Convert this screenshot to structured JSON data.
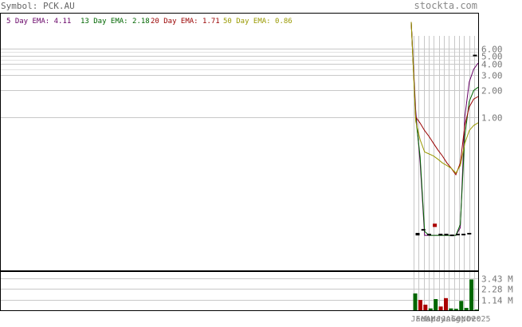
{
  "header": {
    "symbol_label": "Symbol: PCK.AU",
    "watermark": "stockta.com"
  },
  "legend": [
    {
      "label": "5 Day EMA:",
      "value": "4.11",
      "color": "#660066"
    },
    {
      "label": "13 Day EMA:",
      "value": "2.18",
      "color": "#006600"
    },
    {
      "label": "20 Day EMA:",
      "value": "1.71",
      "color": "#990000"
    },
    {
      "label": "50 Day EMA:",
      "value": "0.86",
      "color": "#999900"
    }
  ],
  "chart_data": {
    "type": "line",
    "symbol": "PCK.AU",
    "price_scale": "log",
    "price_ticks": [
      6.0,
      5.0,
      4.0,
      3.0,
      2.0,
      1.0
    ],
    "price_tick_labels": [
      "6.00",
      "5.00",
      "4.00",
      "3.00",
      "2.00",
      "1.00"
    ],
    "ylim": [
      0.018,
      15
    ],
    "grid": true,
    "legend_placement": "top-left",
    "x_tick_labels": [
      "Jan",
      "Feb",
      "Mar",
      "Apr",
      "May",
      "Jun",
      "Jul",
      "Aug",
      "Sep",
      "Oct",
      "Nov",
      "Dec",
      "2025"
    ],
    "series": [
      {
        "name": "5 Day EMA",
        "color": "#660066",
        "values": [
          12.0,
          1.2,
          0.3,
          0.045,
          0.045,
          0.045,
          0.045,
          0.045,
          0.045,
          0.045,
          0.045,
          0.055,
          1.0,
          2.5,
          3.5,
          4.11
        ]
      },
      {
        "name": "13 Day EMA",
        "color": "#006600",
        "values": [
          12.0,
          1.0,
          0.35,
          0.05,
          0.045,
          0.045,
          0.045,
          0.045,
          0.045,
          0.045,
          0.045,
          0.06,
          0.6,
          1.5,
          2.0,
          2.18
        ]
      },
      {
        "name": "20 Day EMA",
        "color": "#990000",
        "values": [
          12.0,
          1.0,
          0.85,
          0.7,
          0.6,
          0.5,
          0.42,
          0.36,
          0.3,
          0.26,
          0.22,
          0.3,
          0.8,
          1.3,
          1.6,
          1.71
        ]
      },
      {
        "name": "50 Day EMA",
        "color": "#999900",
        "values": [
          12.0,
          0.9,
          0.55,
          0.4,
          0.38,
          0.36,
          0.33,
          0.3,
          0.28,
          0.26,
          0.23,
          0.28,
          0.5,
          0.7,
          0.8,
          0.86
        ]
      }
    ],
    "candles": [
      {
        "o": 0.047,
        "c": 0.044,
        "color": "#000000"
      },
      {
        "o": 0.052,
        "c": 0.052,
        "color": "#000000"
      },
      {
        "o": 0.046,
        "c": 0.046,
        "color": "#000000"
      },
      {
        "o": 0.06,
        "c": 0.055,
        "color": "#aa0000"
      },
      {
        "o": 0.046,
        "c": 0.045,
        "color": "#000000"
      },
      {
        "o": 0.045,
        "c": 0.046,
        "color": "#000000"
      },
      {
        "o": 0.045,
        "c": 0.045,
        "color": "#000000"
      },
      {
        "o": 0.045,
        "c": 0.046,
        "color": "#000000"
      },
      {
        "o": 0.046,
        "c": 0.045,
        "color": "#000000"
      },
      {
        "o": 0.047,
        "c": 0.046,
        "color": "#000000"
      },
      {
        "o": 5.0,
        "c": 5.0,
        "color": "#000000"
      }
    ],
    "volume": {
      "ticks": [
        3430000,
        2280000,
        1140000
      ],
      "tick_labels": [
        "3.43 M",
        "2.28 M",
        "1.14 M"
      ],
      "ylim": [
        0,
        4100000
      ],
      "bars": [
        {
          "value": 1800000,
          "color": "#006600"
        },
        {
          "value": 1100000,
          "color": "#aa0000"
        },
        {
          "value": 600000,
          "color": "#aa0000"
        },
        {
          "value": 200000,
          "color": "#006600"
        },
        {
          "value": 1200000,
          "color": "#006600"
        },
        {
          "value": 400000,
          "color": "#aa0000"
        },
        {
          "value": 1300000,
          "color": "#aa0000"
        },
        {
          "value": 200000,
          "color": "#006600"
        },
        {
          "value": 150000,
          "color": "#006600"
        },
        {
          "value": 1000000,
          "color": "#006600"
        },
        {
          "value": 250000,
          "color": "#006600"
        },
        {
          "value": 3300000,
          "color": "#006600"
        },
        {
          "value": 80000,
          "color": "#006600"
        }
      ]
    }
  }
}
